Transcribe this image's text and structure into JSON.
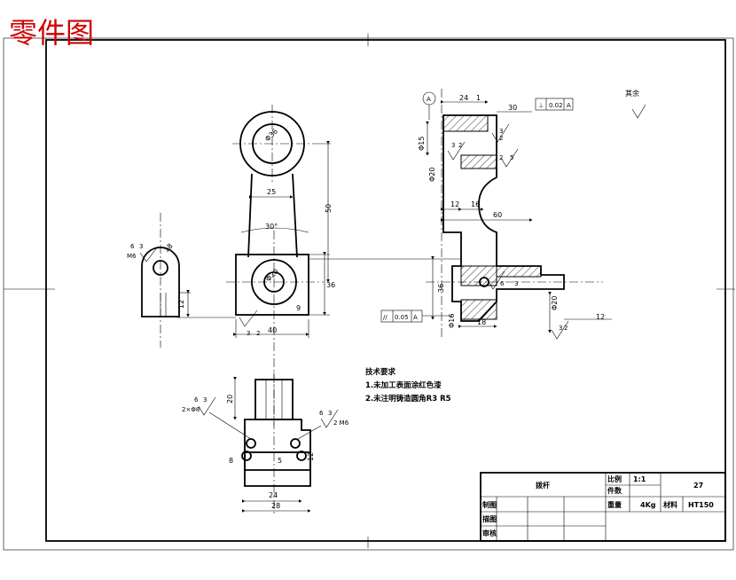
{
  "header": {
    "title": "零件图"
  },
  "view_front": {
    "dims": {
      "top_circle": "Φ36",
      "width_top": "25",
      "angle": "30°",
      "height_50": "50",
      "bore": "Φ20",
      "height_36": "36",
      "height_9": "9",
      "width_40": "40"
    },
    "roughness_1": {
      "a": "3",
      "b": "2"
    }
  },
  "view_left": {
    "dims": {
      "slot": "18",
      "h12": "12"
    },
    "hole_label": "M6",
    "roughness": {
      "a": "6",
      "b": "3"
    }
  },
  "view_section": {
    "datum": "A",
    "dims": {
      "d24": "24",
      "d1": "1",
      "d30": "30",
      "d12": "12",
      "d16": "16",
      "d60": "60",
      "d36": "36",
      "phi15": "Φ15",
      "phi20": "Φ20",
      "phi16": "Φ16",
      "d18": "18",
      "d12b": "12"
    },
    "roughness": {
      "r1a": "3",
      "r1b": "2",
      "r2a": "2",
      "r2b": "5",
      "r3a": "3",
      "r3b": "2",
      "r4a": "6",
      "r4b": "3",
      "r5a": "3",
      "r5b": "2"
    },
    "tol_perp": {
      "sym": "⊥",
      "val": "0.02",
      "ref": "A"
    },
    "tol_par": {
      "sym": "//",
      "val": "0.05",
      "ref": "A"
    }
  },
  "view_bottom": {
    "dims": {
      "h20": "20",
      "d24": "24",
      "d28": "28",
      "d8": "8",
      "d5": "5",
      "d12": "12"
    },
    "hole_label_left": "2×Φ8",
    "hole_label_right": "2 M6",
    "rough_left": {
      "a": "6",
      "b": "3"
    },
    "rough_right": {
      "a": "6",
      "b": "3"
    }
  },
  "surface_note": "其余",
  "tech_req": {
    "title": "技术要求",
    "items": [
      "1.未加工表面涂红色漆",
      "2.未注明铸造圆角R3 R5"
    ]
  },
  "title_block": {
    "part_name": "拨杆",
    "scale_label": "比例",
    "scale_value": "1:1",
    "qty_label": "件数",
    "weight_label": "重量",
    "weight_value": "4Kg",
    "material_label": "材料",
    "material_value": "HT150",
    "drawing_no": "27",
    "rows": [
      "制图",
      "描图",
      "审核"
    ]
  }
}
